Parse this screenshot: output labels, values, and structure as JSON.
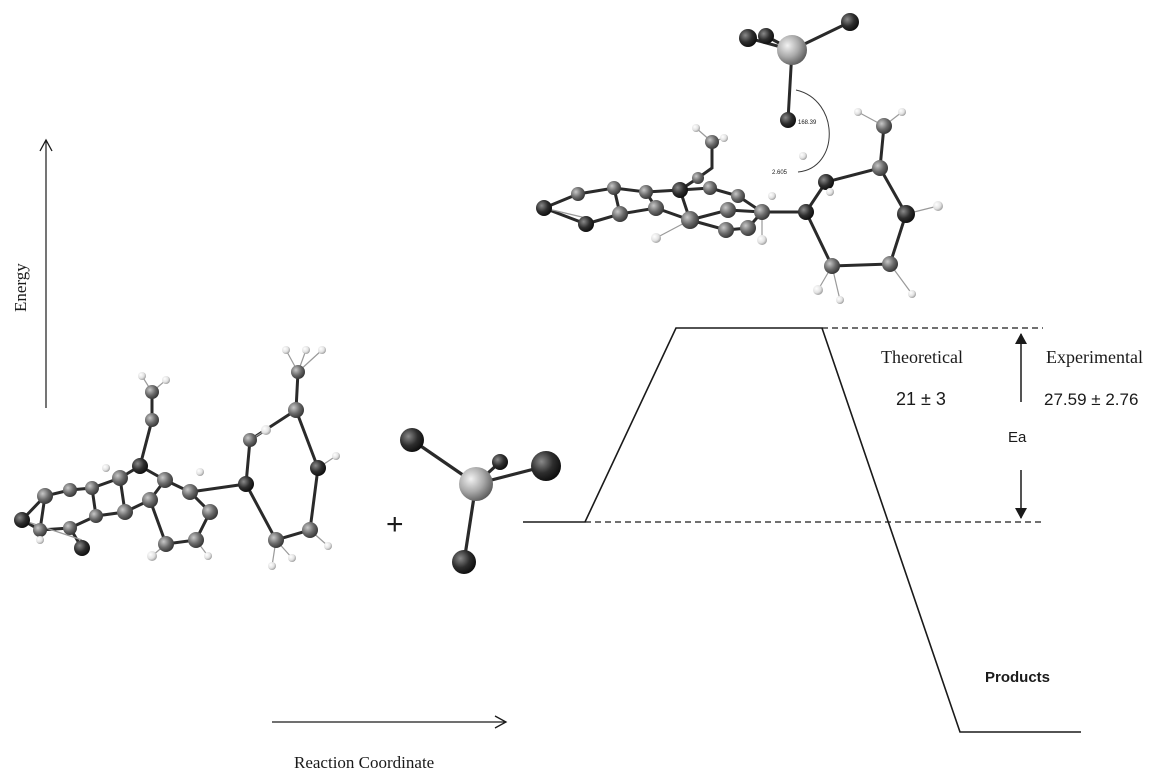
{
  "diagram": {
    "axis_y_label": "Energy",
    "axis_x_label": "Reaction Coordinate",
    "plus_sign": "+",
    "theoretical_label": "Theoretical",
    "theoretical_value": "21 ± 3",
    "experimental_label": "Experimental",
    "experimental_value": "27.59 ± 2.76",
    "ea_label": "Ea",
    "products_label": "Products",
    "angle_label": "168.39",
    "distance_label": "2.605"
  },
  "colors": {
    "line": "#1a1a1a",
    "atom_dark": "#2b2b2b",
    "atom_mid": "#6e6e6e",
    "atom_light": "#e6e6e6",
    "metal": "#a8a8a8"
  }
}
